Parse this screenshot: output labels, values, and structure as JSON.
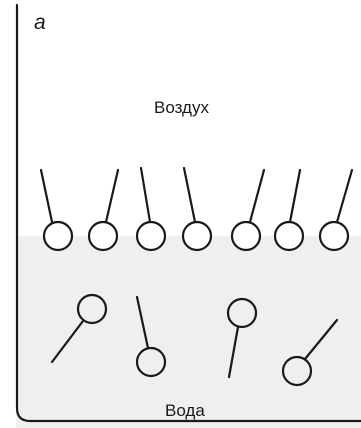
{
  "panel": {
    "letter": "а"
  },
  "phases": {
    "air_label": "Воздух",
    "water_label": "Вода"
  },
  "colors": {
    "water_fill": "#efefef",
    "line": "#1a1a1a",
    "background": "#ffffff"
  },
  "molecules": {
    "interface_count": 7,
    "bulk_water_count": 4
  }
}
